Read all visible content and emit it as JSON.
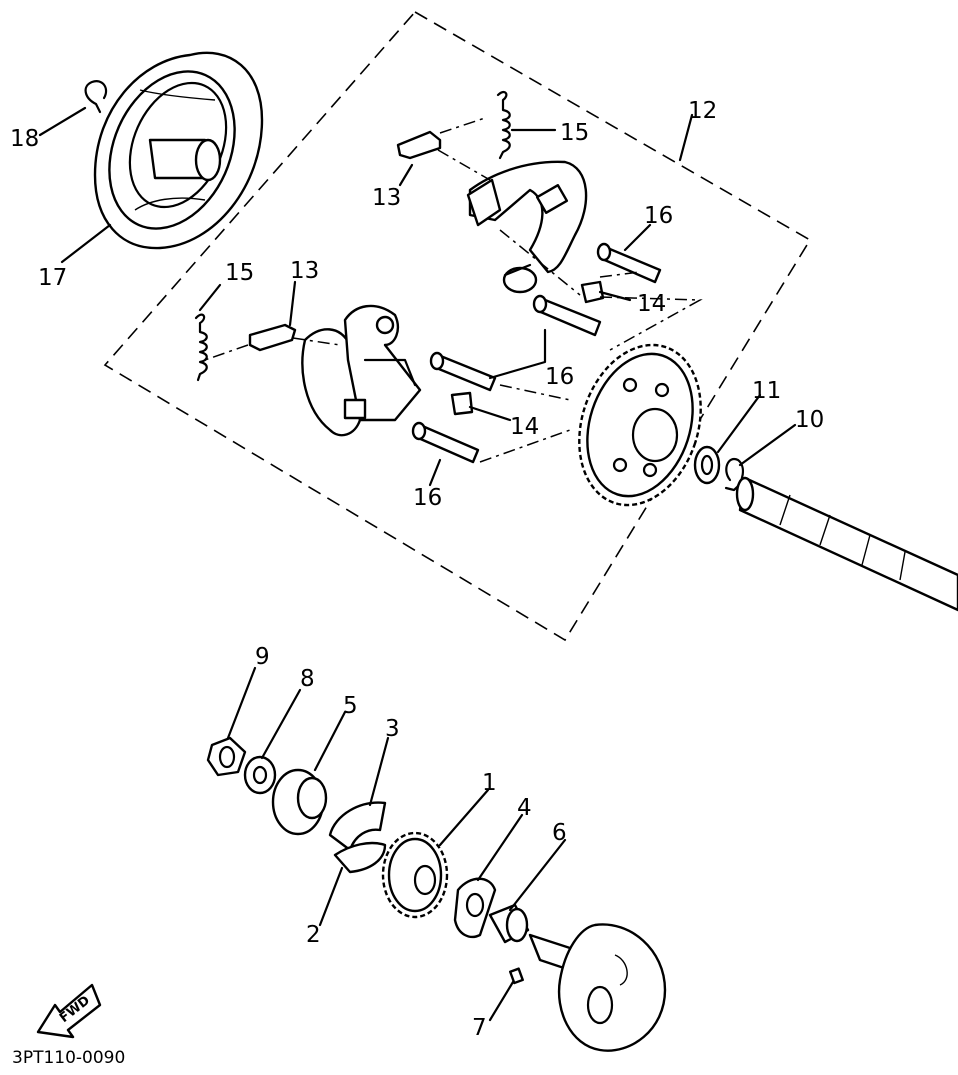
{
  "figure_code": "3PT110-0090",
  "fwd_label": "FWD",
  "callouts": {
    "c1": "1",
    "c2": "2",
    "c3": "3",
    "c4": "4",
    "c5": "5",
    "c6": "6",
    "c7": "7",
    "c8": "8",
    "c9": "9",
    "c10": "10",
    "c11": "11",
    "c12": "12",
    "c13a": "13",
    "c13b": "13",
    "c14a": "14",
    "c14b": "14",
    "c15a": "15",
    "c15b": "15",
    "c16a": "16",
    "c16b": "16",
    "c16c": "16",
    "c17": "17",
    "c18": "18"
  }
}
